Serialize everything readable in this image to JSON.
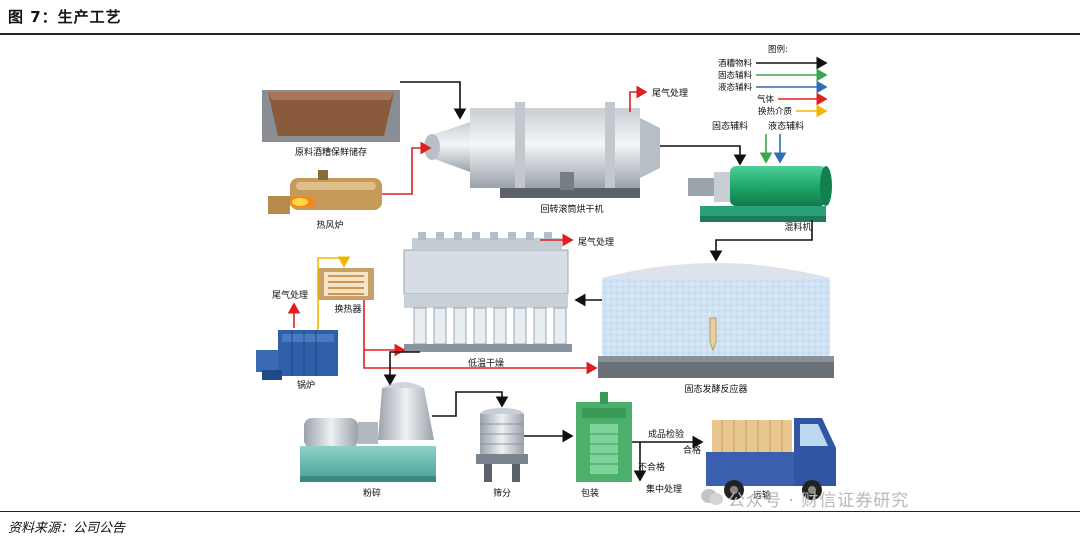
{
  "header": {
    "title": "图 7：生产工艺"
  },
  "footer": {
    "source": "资料来源：公司公告",
    "watermark": "公众号 · 财信证券研究"
  },
  "legend": {
    "title": "图例:",
    "items": [
      {
        "label": "酒糟物料",
        "color": "#111111"
      },
      {
        "label": "固态辅料",
        "color": "#3aa54a"
      },
      {
        "label": "液态辅料",
        "color": "#2f6db5"
      },
      {
        "label": "气体",
        "color": "#e02020"
      },
      {
        "label": "换热介质",
        "color": "#f0b800"
      }
    ]
  },
  "labels": {
    "storage": "原料酒糟保鲜储存",
    "hot_air_furnace": "热风炉",
    "rotary_dryer": "回转滚筒烘干机",
    "exhaust_1": "尾气处理",
    "solid_aux": "固态辅料",
    "liquid_aux": "液态辅料",
    "mixer": "混料机",
    "exhaust_2": "尾气处理",
    "exhaust_3": "尾气处理",
    "heat_exchanger": "换热器",
    "low_temp_dryer": "低温干燥",
    "boiler": "锅炉",
    "fermenter": "固态发酵反应器",
    "grinder": "粉碎",
    "sieving": "筛分",
    "packaging": "包装",
    "inspection": "成品检验",
    "qualified": "合格",
    "unqualified": "不合格",
    "central_treatment": "集中处理",
    "transport": "运输"
  }
}
